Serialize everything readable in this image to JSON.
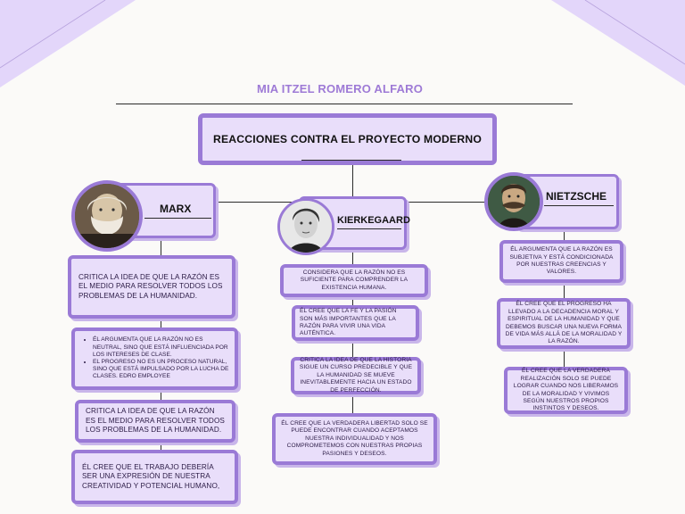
{
  "author": "MIA ITZEL ROMERO ALFARO",
  "title": "REACCIONES CONTRA EL PROYECTO MODERNO",
  "colors": {
    "purple": "#9a7ad6",
    "card": "#e9defa",
    "author": "#9e7ad6",
    "corner": "#e3d6fa"
  },
  "marx": {
    "name": "MARX",
    "portrait": "marx-portrait",
    "cards": [
      "CRITICA LA IDEA DE QUE LA RAZÓN ES EL MEDIO PARA RESOLVER TODOS LOS PROBLEMAS DE LA HUMANIDAD.",
      [
        "ÉL ARGUMENTA QUE LA RAZÓN NO ES NEUTRAL, SINO QUE ESTÁ INFLUENCIADA POR LOS INTERESES DE CLASE.",
        "EL PROGRESO NO ES UN PROCESO NATURAL, SINO QUE ESTÁ IMPULSADO POR LA LUCHA DE CLASES. EDRO EMPLOYEE"
      ],
      "CRITICA LA IDEA DE QUE LA RAZÓN ES EL MEDIO PARA RESOLVER TODOS LOS PROBLEMAS DE LA HUMANIDAD.",
      "ÉL CREE QUE EL TRABAJO DEBERÍA SER UNA EXPRESIÓN DE NUESTRA CREATIVIDAD Y POTENCIAL HUMANO,"
    ]
  },
  "kierkegaard": {
    "name": "KIERKEGAARD",
    "portrait": "kierkegaard-portrait",
    "cards": [
      "CONSIDERA QUE LA RAZÓN NO ES SUFICIENTE PARA COMPRENDER LA EXISTENCIA HUMANA.",
      "ÉL CREE QUE LA FE Y LA PASIÓN SON MÁS IMPORTANTES QUE LA RAZÓN PARA VIVIR UNA VIDA AUTÉNTICA.",
      "CRITICA LA IDEA DE QUE LA HISTORIA SIGUE UN CURSO PREDECIBLE Y QUE LA HUMANIDAD SE MUEVE INEVITABLEMENTE HACIA UN ESTADO DE PERFECCIÓN.",
      "ÉL CREE QUE LA VERDADERA LIBERTAD SOLO SE PUEDE ENCONTRAR CUANDO ACEPTAMOS NUESTRA INDIVIDUALIDAD Y NOS COMPROMETEMOS CON NUESTRAS PROPIAS PASIONES Y DESEOS."
    ]
  },
  "nietzsche": {
    "name": "NIETZSCHE",
    "portrait": "nietzsche-portrait",
    "cards": [
      "ÉL ARGUMENTA QUE LA RAZÓN ES SUBJETIVA Y ESTÁ CONDICIONADA POR NUESTRAS CREENCIAS Y VALORES.",
      "ÉL CREE QUE EL PROGRESO HA LLEVADO A LA DECADENCIA MORAL Y ESPIRITUAL DE LA HUMANIDAD Y QUE DEBEMOS BUSCAR UNA NUEVA FORMA DE VIDA MÁS ALLÁ DE LA MORALIDAD Y LA RAZÓN.",
      "ÉL CREE QUE LA VERDADERA REALIZACIÓN SOLO SE PUEDE LOGRAR CUANDO NOS LIBERAMOS DE LA MORALIDAD Y VIVIMOS SEGÚN NUESTROS PROPIOS INSTINTOS Y DESEOS."
    ]
  }
}
